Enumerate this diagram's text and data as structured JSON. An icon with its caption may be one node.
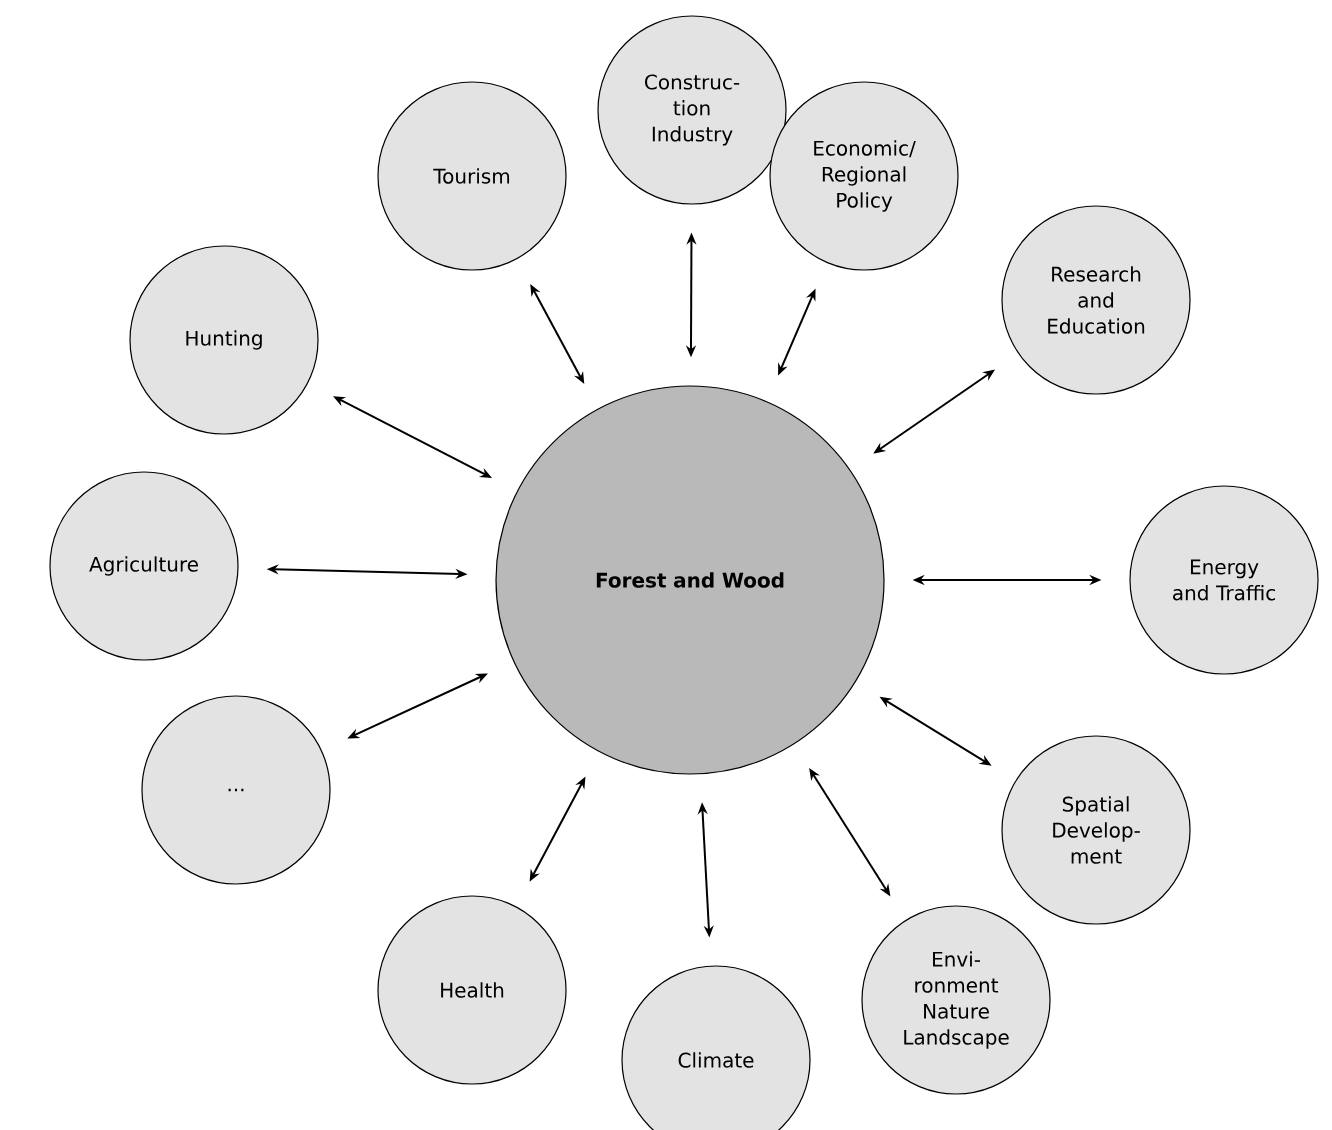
{
  "diagram": {
    "nodes": [
      {
        "text": [
          "Forest and Wood"
        ]
      },
      {
        "text": [
          "Construc- tion Industry"
        ]
      },
      {
        "text": [
          "Economic/ Regional Policy"
        ]
      },
      {
        "text": [
          "Research and Education"
        ]
      },
      {
        "text": [
          "Energy and Traffic"
        ]
      },
      {
        "text": [
          "Spatial Develop- ment"
        ]
      },
      {
        "text": [
          "Envi- ronment Nature Landscape"
        ]
      },
      {
        "text": [
          "Climate"
        ]
      },
      {
        "text": [
          "Health"
        ]
      },
      {
        "text": [
          "..."
        ]
      },
      {
        "text": [
          "Agriculture"
        ]
      },
      {
        "text": [
          "Hunting"
        ]
      },
      {
        "text": [
          "Tourism"
        ]
      }
    ],
    "edges": [
      {
        "from": 0,
        "to": 1,
        "arrow": "both"
      },
      {
        "from": 0,
        "to": 2,
        "arrow": "both"
      },
      {
        "from": 0,
        "to": 3,
        "arrow": "both"
      },
      {
        "from": 0,
        "to": 4,
        "arrow": "both"
      },
      {
        "from": 0,
        "to": 5,
        "arrow": "both"
      },
      {
        "from": 0,
        "to": 6,
        "arrow": "both"
      },
      {
        "from": 0,
        "to": 7,
        "arrow": "both"
      },
      {
        "from": 0,
        "to": 8,
        "arrow": "both"
      },
      {
        "from": 0,
        "to": 9,
        "arrow": "both"
      },
      {
        "from": 0,
        "to": 10,
        "arrow": "both"
      },
      {
        "from": 0,
        "to": 11,
        "arrow": "both"
      },
      {
        "from": 0,
        "to": 12,
        "arrow": "both"
      }
    ]
  }
}
